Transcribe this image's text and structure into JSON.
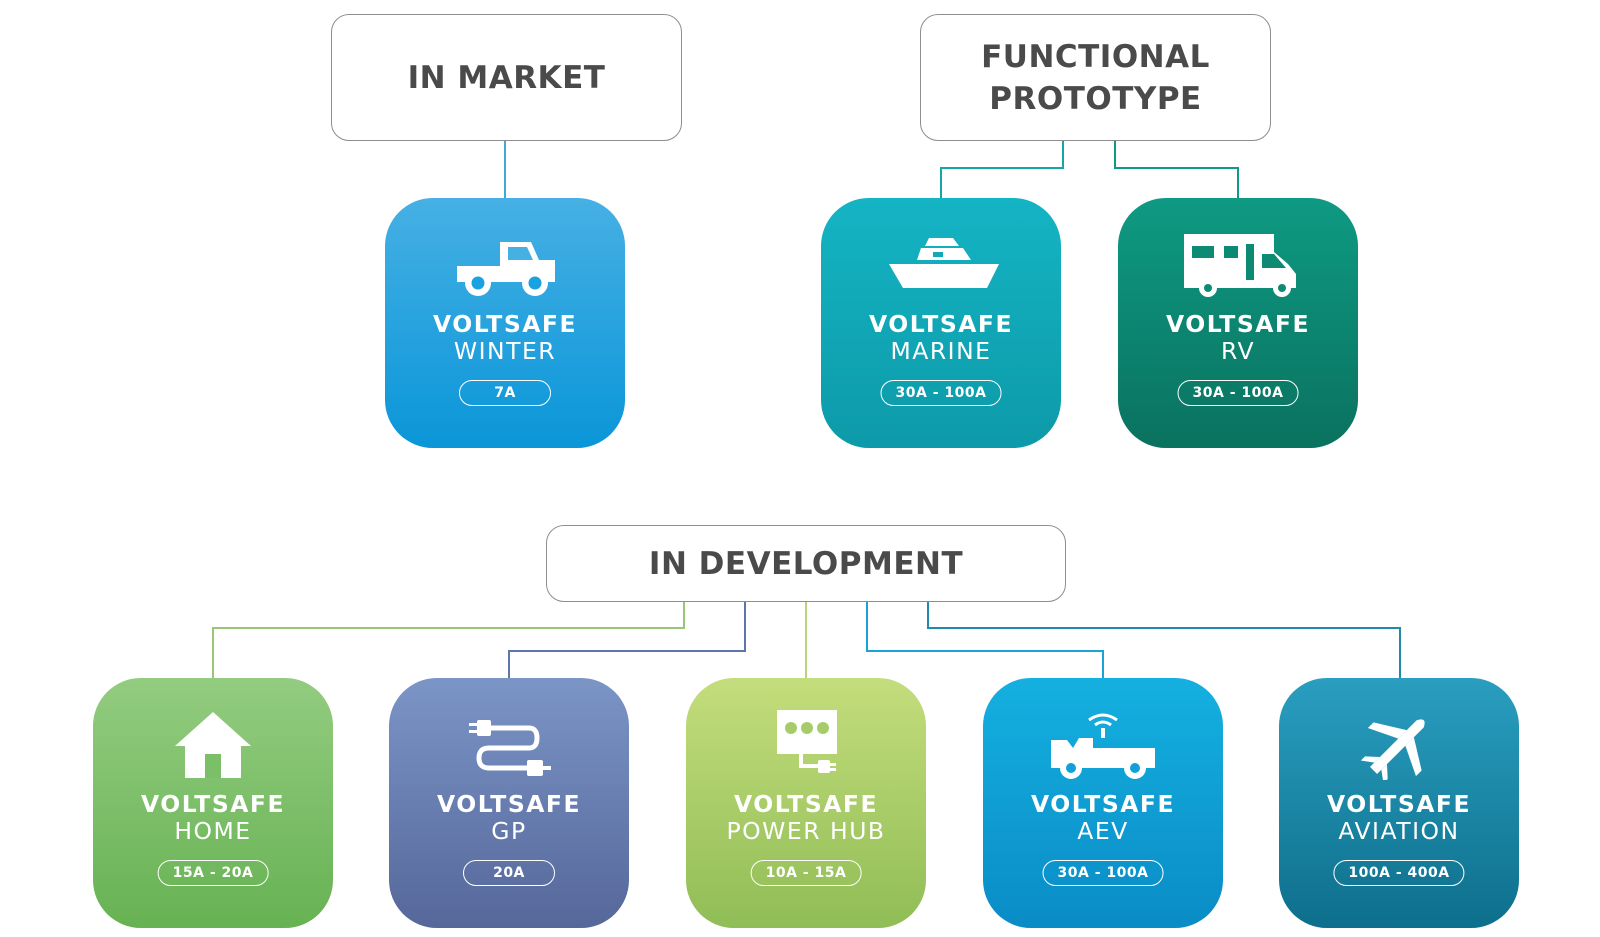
{
  "groups": {
    "in_market": {
      "label": "IN MARKET"
    },
    "functional_prototype": {
      "label_line1": "FUNCTIONAL",
      "label_line2": "PROTOTYPE"
    },
    "in_development": {
      "label": "IN DEVELOPMENT"
    }
  },
  "products": {
    "winter": {
      "brand": "VOLTSAFE",
      "model": "WINTER",
      "rating": "7A",
      "icon": "pickup-truck-icon"
    },
    "marine": {
      "brand": "VOLTSAFE",
      "model": "MARINE",
      "rating": "30A - 100A",
      "icon": "boat-icon"
    },
    "rv": {
      "brand": "VOLTSAFE",
      "model": "RV",
      "rating": "30A - 100A",
      "icon": "rv-camper-icon"
    },
    "home": {
      "brand": "VOLTSAFE",
      "model": "HOME",
      "rating": "15A - 20A",
      "icon": "house-icon"
    },
    "gp": {
      "brand": "VOLTSAFE",
      "model": "GP",
      "rating": "20A",
      "icon": "extension-cord-icon"
    },
    "powerhub": {
      "brand": "VOLTSAFE",
      "model": "POWER HUB",
      "rating": "10A - 15A",
      "icon": "power-hub-icon"
    },
    "aev": {
      "brand": "VOLTSAFE",
      "model": "AEV",
      "rating": "30A - 100A",
      "icon": "autonomous-vehicle-icon"
    },
    "aviation": {
      "brand": "VOLTSAFE",
      "model": "AVIATION",
      "rating": "100A - 400A",
      "icon": "airplane-icon"
    }
  },
  "colors": {
    "winter": [
      "#46b0e4",
      "#0a96d8"
    ],
    "marine": [
      "#14b4c4",
      "#0d9aa9"
    ],
    "rv": [
      "#0e9a83",
      "#0a725f"
    ],
    "home": [
      "#93cc80",
      "#67b253"
    ],
    "gp": [
      "#7b95c6",
      "#56679a"
    ],
    "powerhub": [
      "#c4dd7c",
      "#90bd56"
    ],
    "aev": [
      "#14b0e0",
      "#0a8cc6"
    ],
    "aviation": [
      "#2a9ec0",
      "#0d6f8c"
    ],
    "box_border": "#8e8e8e",
    "box_text": "#4a4a4a",
    "line_blue": "#3fa9d8",
    "line_teal": "#15a6a8",
    "line_green": "#97c776",
    "line_slate": "#5c75ad",
    "line_lime": "#b5d47b",
    "line_sky": "#1aa3d6",
    "line_petrol": "#2189ac"
  }
}
